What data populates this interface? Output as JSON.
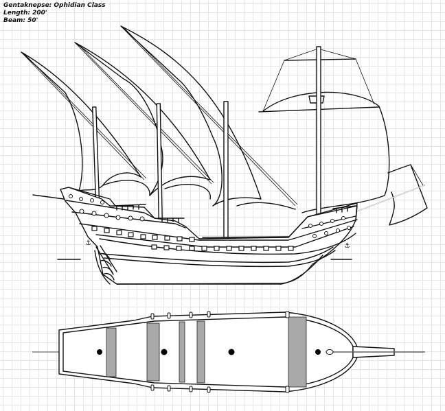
{
  "caption": {
    "name": "Gentaknepse: Ophidian Class",
    "length": "Length: 200'",
    "beam": "Beam: 50'"
  },
  "drawing": {
    "side_view": {
      "label": "side-elevation",
      "masts": 4,
      "lateen_sails": 3,
      "square_sails": 1
    },
    "top_view": {
      "label": "deck-plan",
      "mast_positions": 5
    }
  },
  "colors": {
    "line": "#111111",
    "grid": "#e6e6e6",
    "deck_planking": "#a9a9a9",
    "background": "#ffffff"
  }
}
